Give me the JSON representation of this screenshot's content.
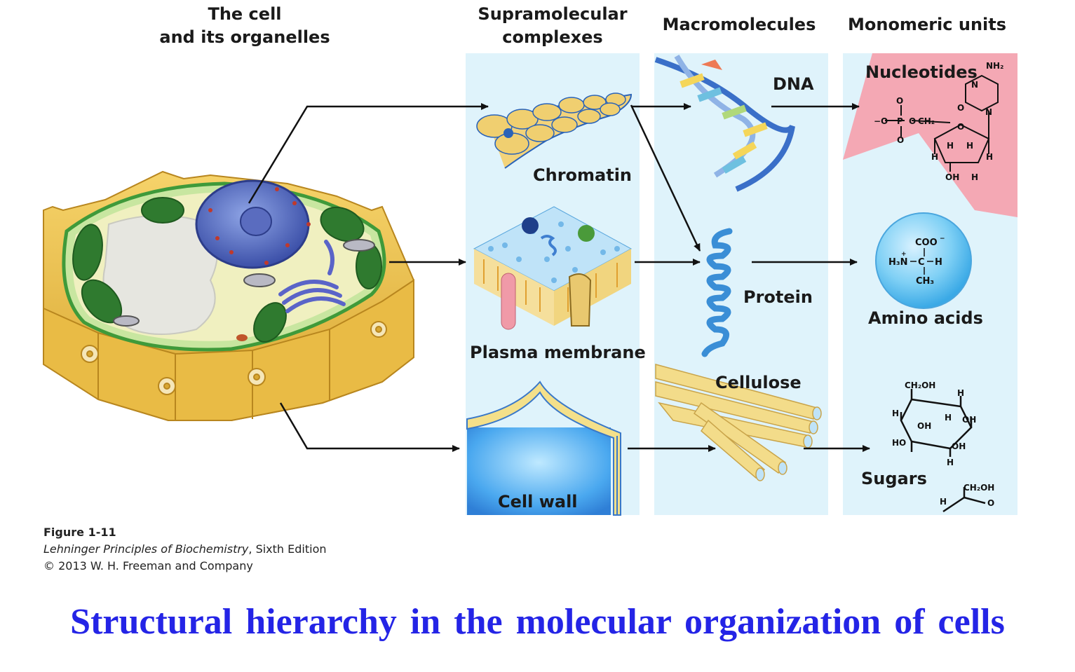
{
  "headers": {
    "cell_line1": "The cell",
    "cell_line2": "and its organelles",
    "supra_line1": "Supramolecular",
    "supra_line2": "complexes",
    "macro": "Macromolecules",
    "mono": "Monomeric units"
  },
  "labels": {
    "chromatin": "Chromatin",
    "plasma_membrane": "Plasma membrane",
    "cell_wall": "Cell wall",
    "dna": "DNA",
    "protein": "Protein",
    "cellulose": "Cellulose",
    "nucleotides": "Nucleotides",
    "amino_acids": "Amino acids",
    "sugars": "Sugars"
  },
  "caption": {
    "figure": "Figure 1-11",
    "book_title": "Lehninger Principles of Biochemistry",
    "edition": ", Sixth Edition",
    "copyright": "© 2013 W. H. Freeman and Company"
  },
  "slide_title": "Structural hierarchy in the molecular organization of cells",
  "colors": {
    "panel": "#dff3fb",
    "nucleotide_bg": "#f4a8b4",
    "slide_title": "#2424e6"
  }
}
